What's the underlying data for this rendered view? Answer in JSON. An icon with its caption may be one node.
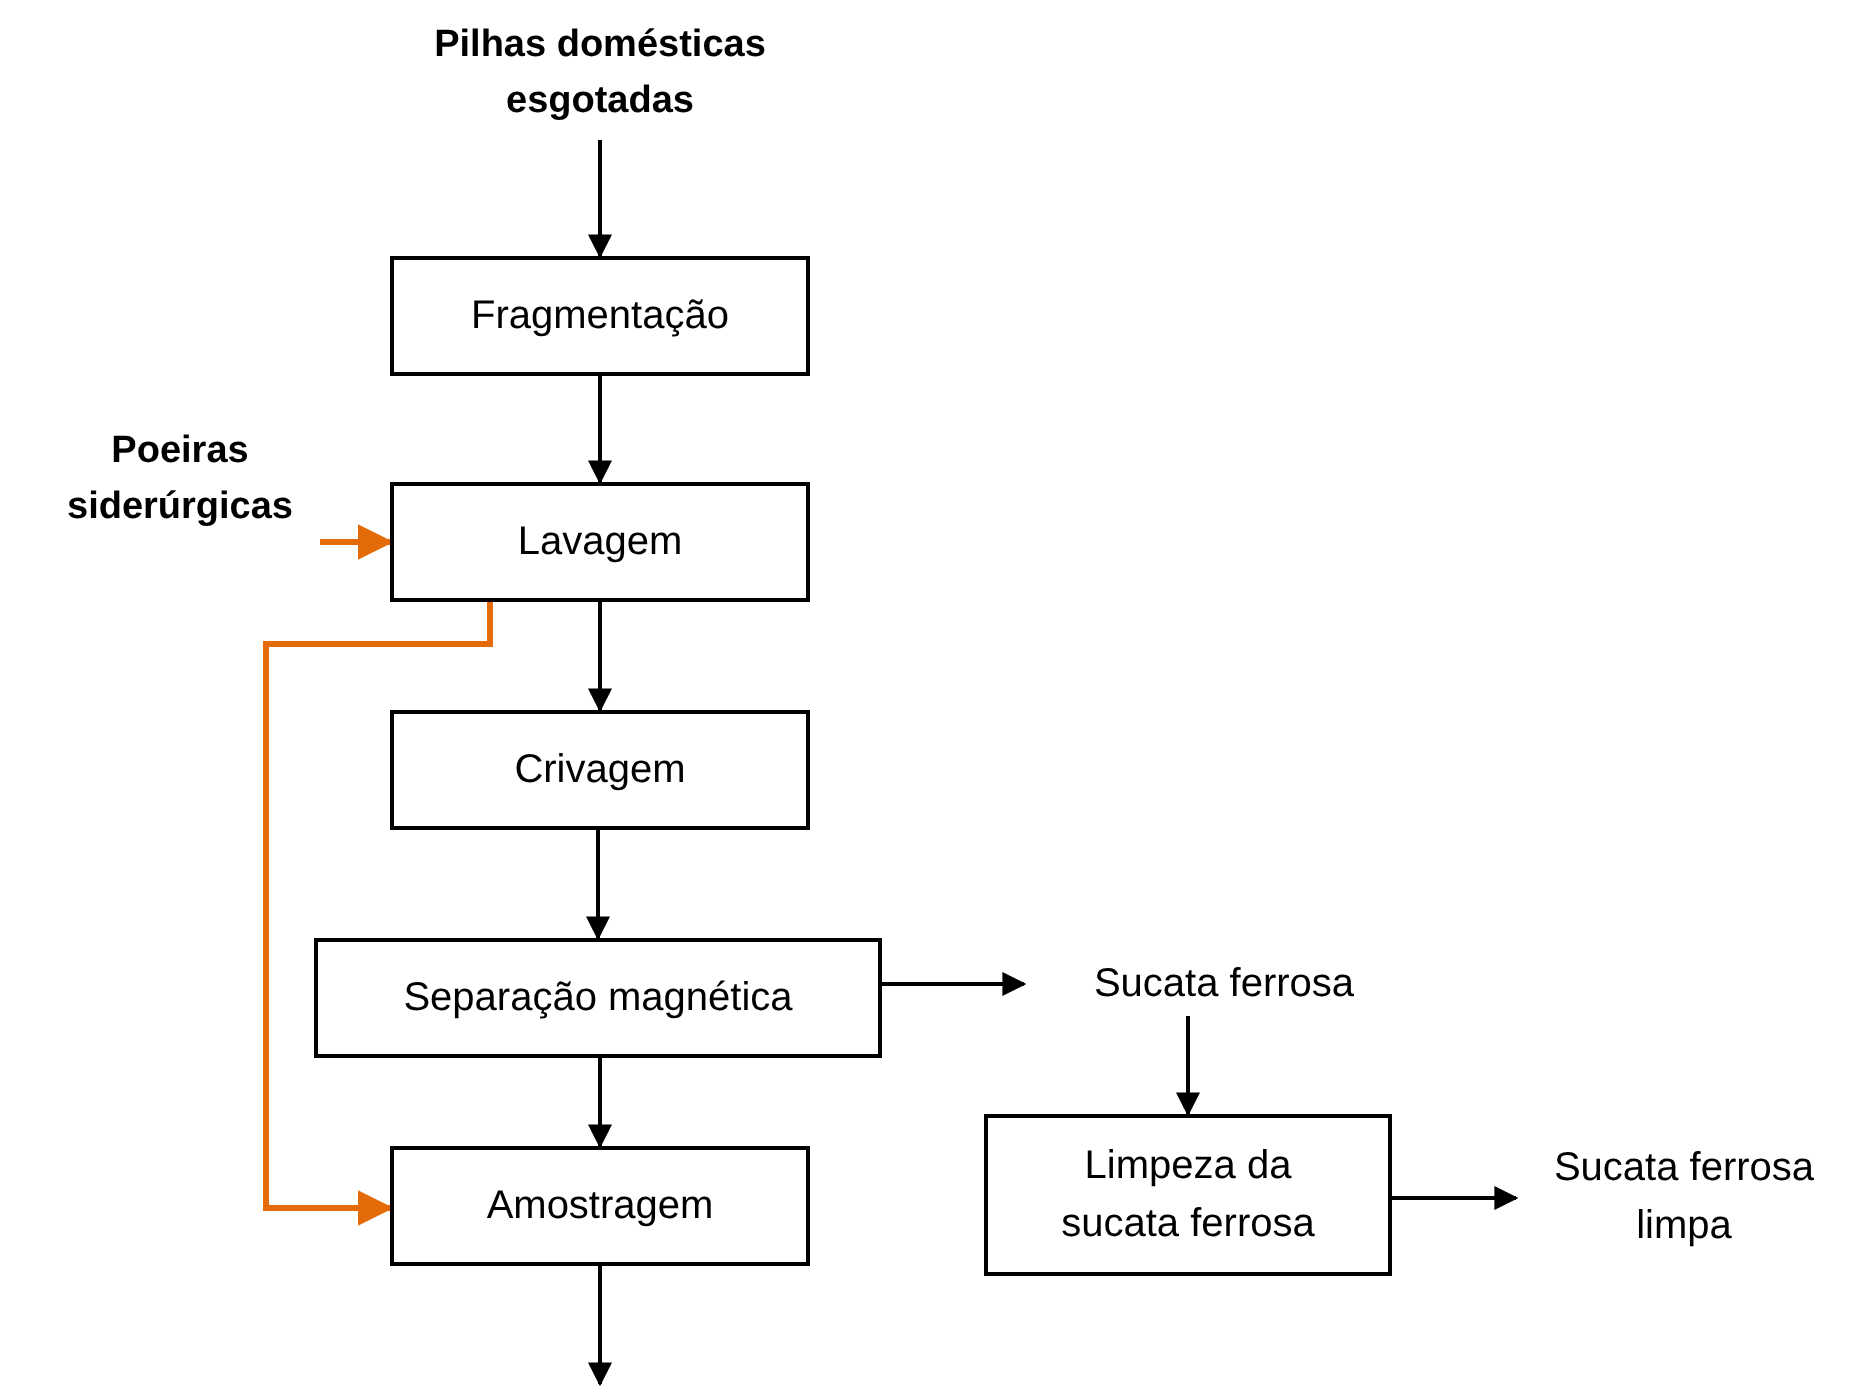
{
  "diagram": {
    "nodes": [
      {
        "text": [
          "Pilhas domésticas esgotadas"
        ]
      },
      {
        "text": [
          "Fragmentação"
        ]
      },
      {
        "text": [
          "Poeiras siderúrgicas"
        ]
      },
      {
        "text": [
          "Lavagem"
        ]
      },
      {
        "text": [
          "Crivagem"
        ]
      },
      {
        "text": [
          "Separação magnética"
        ]
      },
      {
        "text": [
          "Sucata ferrosa"
        ]
      },
      {
        "text": [
          "Amostragem"
        ]
      },
      {
        "text": [
          "Limpeza da sucata ferrosa"
        ]
      },
      {
        "text": [
          "Sucata ferrosa limpa"
        ]
      }
    ],
    "edges": [
      {
        "from": 0,
        "to": 1,
        "arrow": "to"
      },
      {
        "from": 1,
        "to": 3,
        "arrow": "to"
      },
      {
        "from": 2,
        "to": 3,
        "arrow": "to",
        "color": "#e36c09"
      },
      {
        "from": 3,
        "to": 4,
        "arrow": "to"
      },
      {
        "from": 3,
        "to": 7,
        "arrow": "to",
        "color": "#e36c09"
      },
      {
        "from": 4,
        "to": 5,
        "arrow": "to"
      },
      {
        "from": 5,
        "to": 6,
        "arrow": "to"
      },
      {
        "from": 6,
        "to": 8,
        "arrow": "to"
      },
      {
        "from": 5,
        "to": 7,
        "arrow": "to"
      },
      {
        "from": 8,
        "to": 9,
        "arrow": "to"
      },
      {
        "from": 7,
        "to": null,
        "arrow": "to"
      }
    ]
  }
}
